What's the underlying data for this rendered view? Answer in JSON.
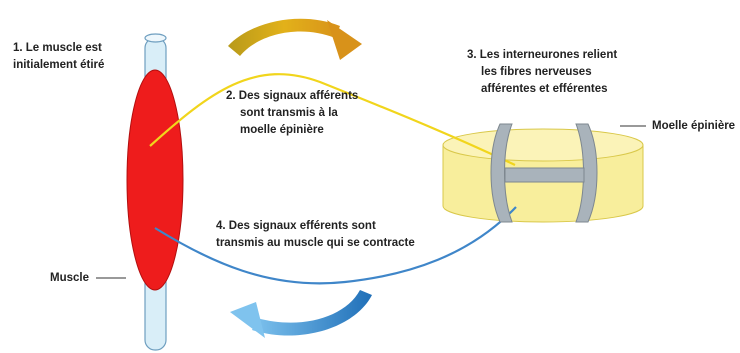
{
  "labels": {
    "step1": [
      "1. Le muscle est",
      "initialement étiré"
    ],
    "step2": [
      "2. Des signaux afférents",
      "sont transmis à la",
      "moelle épinière"
    ],
    "step3": [
      "3. Les interneurones relient",
      "les fibres nerveuses",
      "afférentes et efférentes"
    ],
    "step4": [
      "4. Des signaux efférents sont",
      "transmis au muscle qui se contracte"
    ],
    "spinal_cord": "Moelle épinière",
    "muscle": "Muscle"
  },
  "colors": {
    "muscle": "#ee1c1c",
    "bone": "#d9eef8",
    "afferent": "#f1d51c",
    "efferent": "#3f86c9",
    "spinal_cord": "#f8ee9c",
    "interneuron": "#a9b3bb",
    "top_arrow": "#d9a81a",
    "bottom_arrow": "#3b8fd0"
  }
}
